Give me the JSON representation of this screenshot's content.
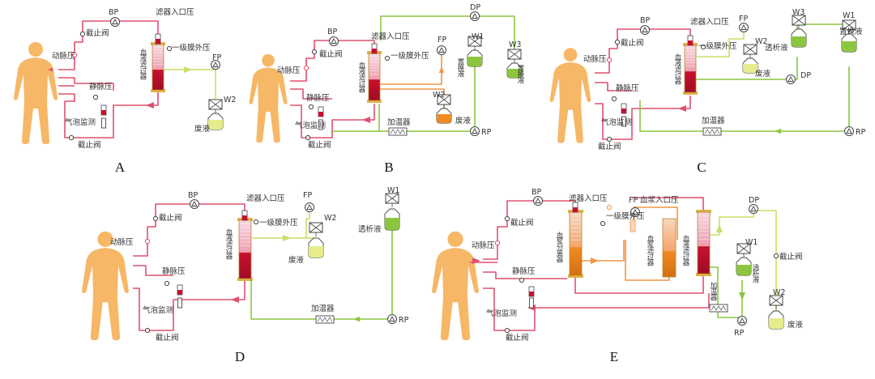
{
  "panels": [
    {
      "letter": "A",
      "labels": {
        "bp": "BP",
        "filter_inlet_pressure": "滤器入口压",
        "arterial_pressure": "动脉压",
        "clamp_top": "截止阀",
        "tmp_primary": "一级膜外压",
        "filter": "血液滤过器",
        "fp": "FP",
        "w2": "W2",
        "waste": "废液",
        "venous_pressure": "静脉压",
        "bubble_detector": "气泡监测",
        "clamp_bottom": "截止阀"
      }
    },
    {
      "letter": "B",
      "labels": {
        "bp": "BP",
        "filter_inlet_pressure": "滤器入口压",
        "arterial_pressure": "动脉压",
        "clamp_top": "截止阀",
        "tmp_primary": "一级膜外压",
        "filter": "血液滤过器",
        "fp": "FP",
        "w1": "W1",
        "replacement": "置换液",
        "w3": "W3",
        "replacement2": "置换液",
        "dp": "DP",
        "w2": "W2",
        "waste": "废液",
        "venous_pressure": "静脉压",
        "bubble_detector": "气泡监测",
        "clamp_bottom": "截止阀",
        "heater": "加温器",
        "rp": "RP"
      }
    },
    {
      "letter": "C",
      "labels": {
        "bp": "BP",
        "filter_inlet_pressure": "滤器入口压",
        "arterial_pressure": "动脉压",
        "clamp_top": "截止阀",
        "tmp_primary": "一级膜外压",
        "filter": "血液滤过器",
        "fp": "FP",
        "w2": "W2",
        "waste": "废液",
        "w3": "W3",
        "dialysate": "透析液",
        "w1": "W1",
        "replacement": "置换液",
        "dp": "DP",
        "venous_pressure": "静脉压",
        "bubble_detector": "气泡监测",
        "clamp_bottom": "截止阀",
        "heater": "加温器",
        "rp": "RP"
      }
    },
    {
      "letter": "D",
      "labels": {
        "bp": "BP",
        "filter_inlet_pressure": "滤器入口压",
        "arterial_pressure": "动脉压",
        "clamp_top": "截止阀",
        "tmp_primary": "一级膜外压",
        "filter": "血液滤过器",
        "fp": "FP",
        "w2": "W2",
        "waste": "废液",
        "w1": "W1",
        "dialysate": "透析液",
        "venous_pressure": "静脉压",
        "bubble_detector": "气泡监测",
        "clamp_bottom": "截止阀",
        "heater": "加温器",
        "rp": "RP"
      }
    },
    {
      "letter": "E",
      "labels": {
        "bp": "BP",
        "filter_inlet_pressure": "滤器入口压",
        "arterial_pressure": "动脉压",
        "clamp_top": "截止阀",
        "tmp_primary": "一级膜外压",
        "plasma_separator": "血浆分离器",
        "fp": "FP",
        "plasma_inlet_pressure": "血浆入口压",
        "plasma_filter": "血浆滤过器",
        "blood_filter": "血液滤过器",
        "dp": "DP",
        "w1": "W1",
        "dialysate": "透析液",
        "clamp_right": "截止阀",
        "w2": "W2",
        "waste": "废液",
        "heater": "加温器",
        "rp": "RP",
        "venous_pressure": "静脉压",
        "bubble_detector": "气泡监测",
        "clamp_bottom": "截止阀"
      }
    }
  ],
  "colors": {
    "blood_line": "#e0506e",
    "filtrate_line": "#c8df66",
    "fluid_line": "#8cc63f",
    "orange_line": "#f29544",
    "body": "#f6b766",
    "fluid_fill": "#8cc63f",
    "waste_fill": "#e6ec8c",
    "filter_red": "#c8102e",
    "plasma_orange": "#f08a24",
    "outline": "#444444"
  }
}
